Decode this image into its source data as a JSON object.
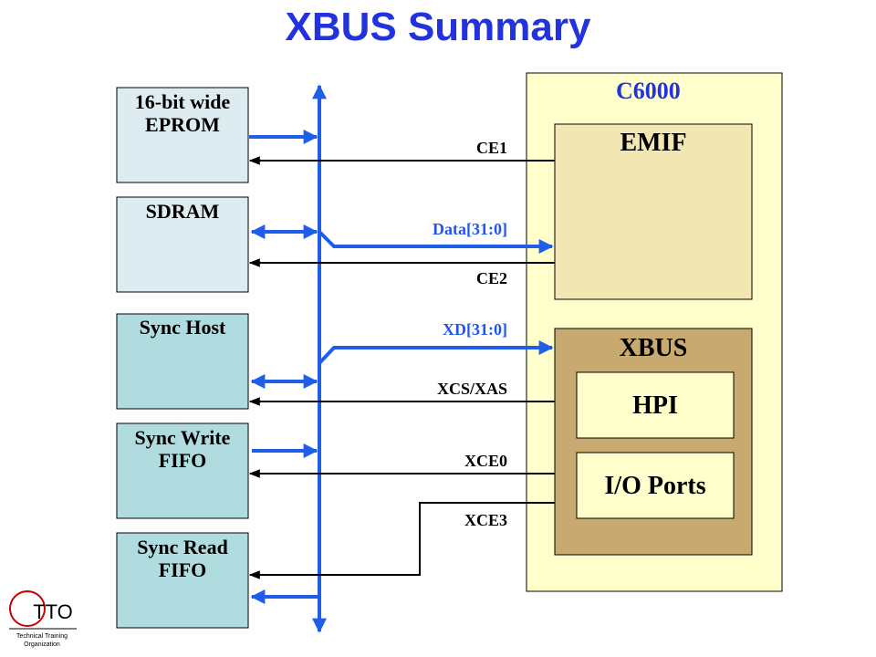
{
  "title": "XBUS Summary",
  "chip": {
    "label": "C6000",
    "emif": "EMIF",
    "xbus": "XBUS",
    "hpi": "HPI",
    "io_ports": "I/O Ports"
  },
  "devices": {
    "eprom": [
      "16-bit wide",
      "EPROM"
    ],
    "sdram": "SDRAM",
    "sync_host": "Sync Host",
    "sync_write_fifo": [
      "Sync Write",
      "FIFO"
    ],
    "sync_read_fifo": [
      "Sync Read",
      "FIFO"
    ]
  },
  "signals": {
    "ce1": "CE1",
    "data": "Data[31:0]",
    "ce2": "CE2",
    "xd": "XD[31:0]",
    "xcs_xas": "XCS/XAS",
    "xce0": "XCE0",
    "xce3": "XCE3"
  },
  "logo": {
    "letters": "TTO",
    "line1": "Technical Training",
    "line2": "Organization"
  },
  "colors": {
    "title": "#2233dd",
    "chip_fill": "#ffffcc",
    "emif_fill": "#f2e6b3",
    "xbus_fill": "#c8aa70",
    "inner_fill": "#ffffcc",
    "eprom_fill": "#dcecf0",
    "device_fill": "#b0dce0",
    "bus_blue": "#1f5fe8",
    "logo_red": "#cc0000"
  }
}
